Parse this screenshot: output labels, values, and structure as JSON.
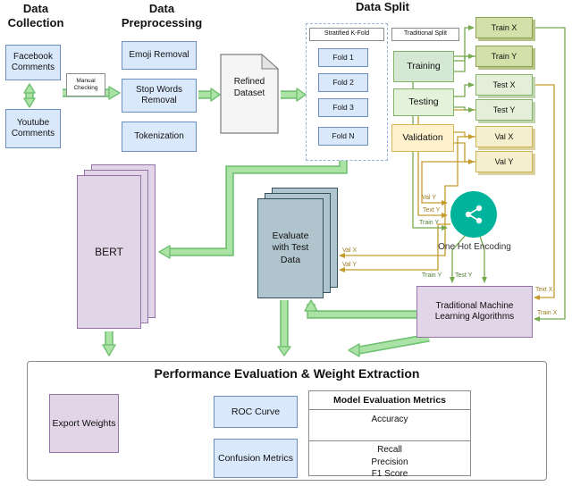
{
  "headings": {
    "data_collection": "Data Collection",
    "data_preprocessing": "Data Preprocessing",
    "data_split": "Data Split",
    "performance": "Performance Evaluation & Weight Extraction"
  },
  "collection": {
    "facebook": "Facebook Comments",
    "manual_checking": "Manual Checking",
    "youtube": "Youtube Comments"
  },
  "preprocessing": {
    "emoji": "Emoji Removal",
    "stopwords": "Stop Words Removal",
    "tokenization": "Tokenization"
  },
  "refined_dataset": "Refined Dataset",
  "split": {
    "stratified": "Stratified K-Fold",
    "traditional": "Traditional Split",
    "folds": [
      "Fold 1",
      "Fold 2",
      "Fold 3",
      "Fold N"
    ],
    "sets": {
      "training": "Training",
      "testing": "Testing",
      "validation": "Validation"
    },
    "outputs": {
      "train_x": "Train X",
      "train_y": "Train Y",
      "test_x": "Test X",
      "test_y": "Test Y",
      "val_x": "Val X",
      "val_y": "Val Y"
    }
  },
  "models": {
    "bert": "BERT",
    "evaluate": "Evaluate with Test Data",
    "one_hot_encoding": "One Hot Encoding",
    "traditional_ml": "Traditional Machine Learning Algorithms"
  },
  "edge_labels": {
    "onehot_in": [
      "Val Y",
      "Text Y",
      "Train Y"
    ],
    "evaluate_in": [
      "Val X",
      "Val Y"
    ],
    "tradml_top": [
      "Train Y",
      "Test Y"
    ],
    "tradml_right": [
      "Text X",
      "Train X"
    ]
  },
  "evaluation": {
    "export_weights": "Export Weights",
    "roc_curve": "ROC Curve",
    "confusion_metrics": "Confusion Metrics",
    "metrics_table": {
      "header": "Model Evaluation Metrics",
      "row1": "Accuracy",
      "row2_lines": [
        "Recall",
        "Precision",
        "F1 Score"
      ]
    }
  },
  "colors": {
    "arrow_green_fill": "#abe3a6",
    "arrow_green_edge": "#74c276",
    "line_gold": "#c49c2e",
    "line_green": "#76a84c",
    "onehot_teal": "#00b39b"
  }
}
